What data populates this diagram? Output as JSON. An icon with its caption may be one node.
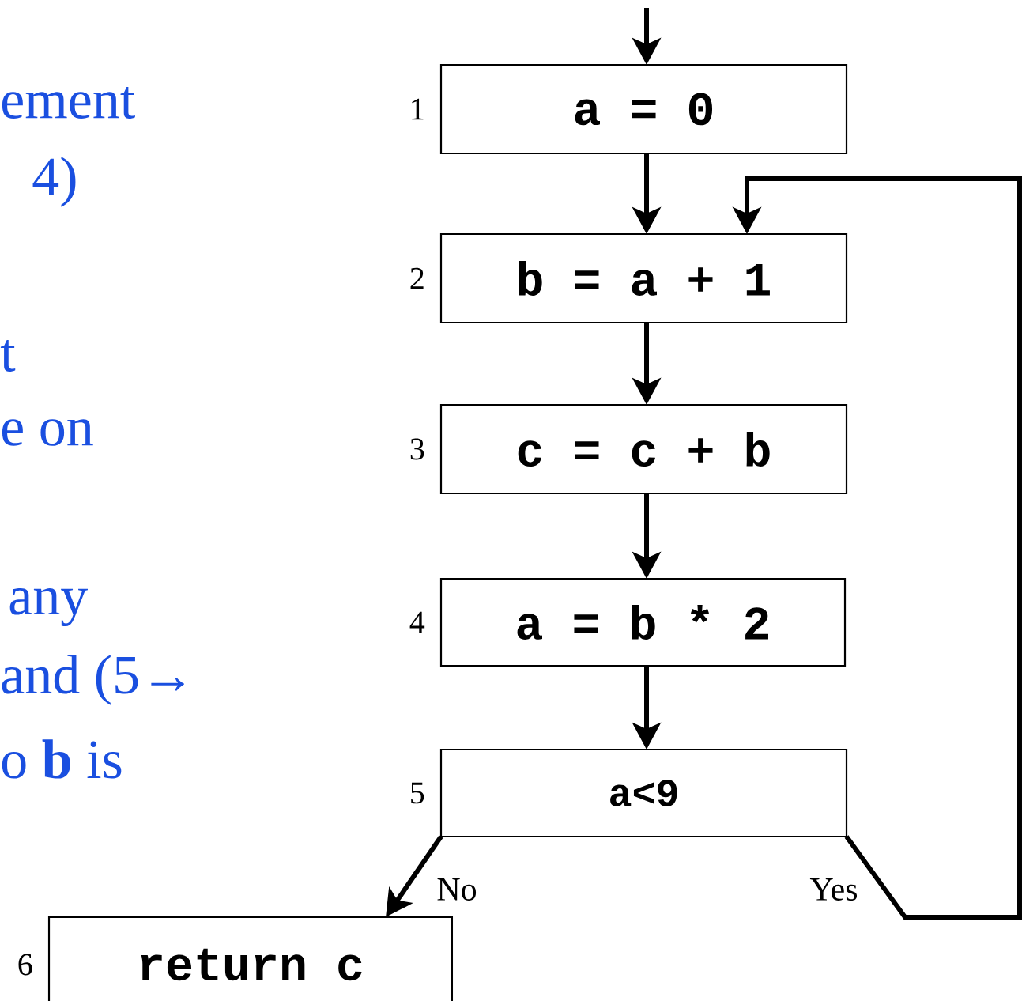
{
  "diagram": {
    "nodes": [
      {
        "text": [
          "a = 0"
        ],
        "beside": [
          "1"
        ]
      },
      {
        "text": [
          "b = a + 1"
        ],
        "beside": [
          "2"
        ]
      },
      {
        "text": [
          "c = c + b"
        ],
        "beside": [
          "3"
        ]
      },
      {
        "text": [
          "a = b * 2"
        ],
        "beside": [
          "4"
        ]
      },
      {
        "text": [
          "a<9"
        ],
        "beside": [
          "5"
        ]
      },
      {
        "text": [
          "return c"
        ],
        "beside": [
          "6"
        ]
      }
    ],
    "edges": [
      {
        "from": null,
        "to": 0,
        "arrow": "to"
      },
      {
        "from": 0,
        "to": 1,
        "arrow": "to"
      },
      {
        "from": 1,
        "to": 2,
        "arrow": "to"
      },
      {
        "from": 2,
        "to": 3,
        "arrow": "to"
      },
      {
        "from": 3,
        "to": 4,
        "arrow": "to"
      },
      {
        "from": 4,
        "to": 5,
        "arrow": "to",
        "label": "No"
      },
      {
        "from": 4,
        "to": 1,
        "arrow": "to",
        "label": "Yes"
      }
    ],
    "labels": [
      "ement",
      "4)",
      "t",
      "e on",
      "any",
      "and (5→",
      "o **b** is"
    ]
  }
}
